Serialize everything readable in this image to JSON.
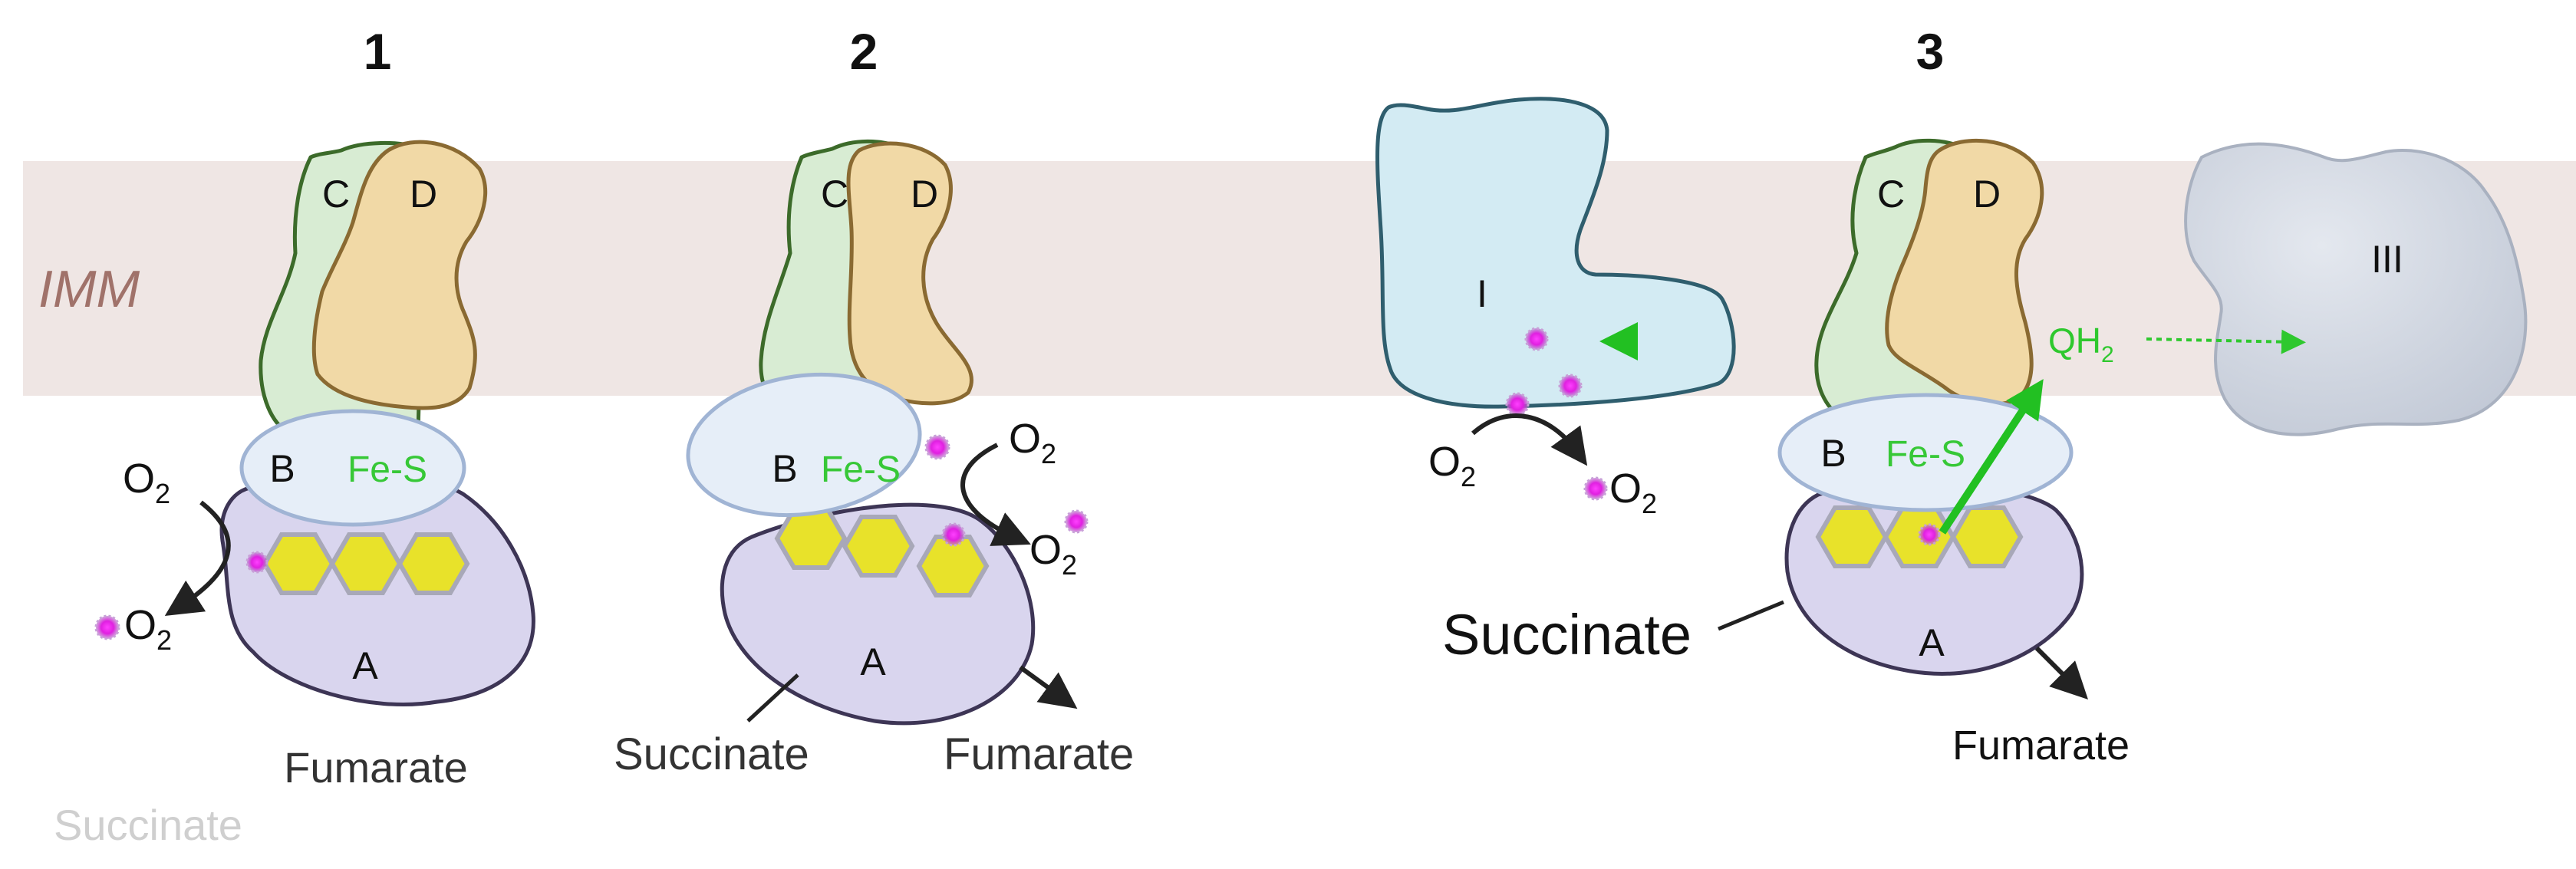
{
  "panels": {
    "p1": {
      "number": "1",
      "sub_c": "C",
      "sub_d": "D",
      "sub_b": "B",
      "cofactor": "Fe-S",
      "sub_a": "A",
      "o2_in": "O",
      "o2_in_sub": "2",
      "o2_out": "O",
      "o2_out_sub": "2",
      "product": "Fumarate",
      "substrate": "Succinate"
    },
    "p2": {
      "number": "2",
      "sub_c": "C",
      "sub_d": "D",
      "sub_b": "B",
      "cofactor": "Fe-S",
      "sub_a": "A",
      "o2_in": "O",
      "o2_in_sub": "2",
      "o2_out": "O",
      "o2_out_sub": "2",
      "product": "Fumarate",
      "substrate": "Succinate"
    },
    "p3": {
      "number": "3",
      "sub_c": "C",
      "sub_d": "D",
      "sub_b": "B",
      "cofactor": "Fe-S",
      "sub_a": "A",
      "complex_i": "I",
      "complex_iii": "III",
      "qh2": "QH",
      "qh2_sub": "2",
      "o2_in": "O",
      "o2_in_sub": "2",
      "o2_out": "O",
      "o2_out_sub": "2",
      "product": "Fumarate",
      "substrate": "Succinate"
    }
  },
  "membrane_label": "IMM",
  "colors": {
    "membrane": "#efe6e4",
    "subunit_c": "#d8ecd3",
    "subunit_d": "#f1d9a6",
    "subunit_b": "#e6eef8",
    "subunit_a": "#d9d5ee",
    "fad": "#e8e22a",
    "ros": "#e020e0",
    "electron_flow": "#2ec82e",
    "complex_i": "#d3ebf3",
    "complex_iii": "#cdd3de",
    "membrane_text": "#a0726a",
    "fe_s_text": "#37c837"
  }
}
